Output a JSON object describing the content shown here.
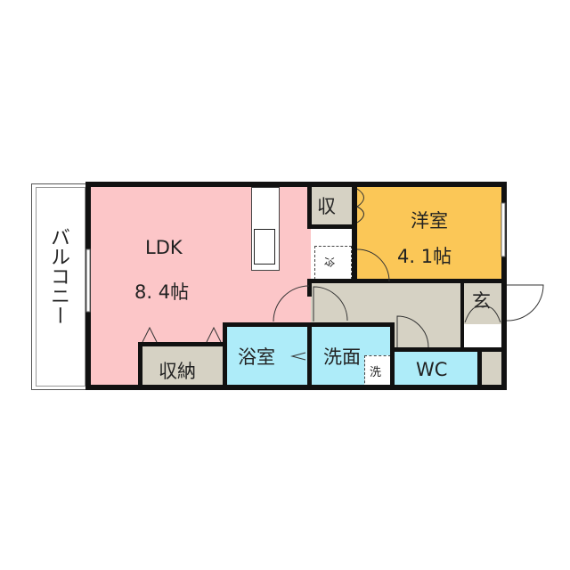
{
  "colors": {
    "ldk": "#fcc6c8",
    "western": "#fbc757",
    "wet": "#aeecf9",
    "storage": "#d6d2c4",
    "hall": "#d6d2c4",
    "wall": "#111111"
  },
  "rooms": {
    "balcony": {
      "label": "バルコニー"
    },
    "ldk": {
      "label": "LDK",
      "area": "8. 4帖"
    },
    "western": {
      "label": "洋室",
      "area": "4. 1帖"
    },
    "closet_small": {
      "label": "収"
    },
    "storage": {
      "label": "収納"
    },
    "bath": {
      "label": "浴室"
    },
    "washroom": {
      "label": "洗面"
    },
    "wc": {
      "label": "WC"
    },
    "entrance": {
      "label": "玄"
    }
  },
  "fixtures": {
    "fridge": {
      "label": "冷"
    },
    "washer": {
      "label": "洗"
    }
  }
}
